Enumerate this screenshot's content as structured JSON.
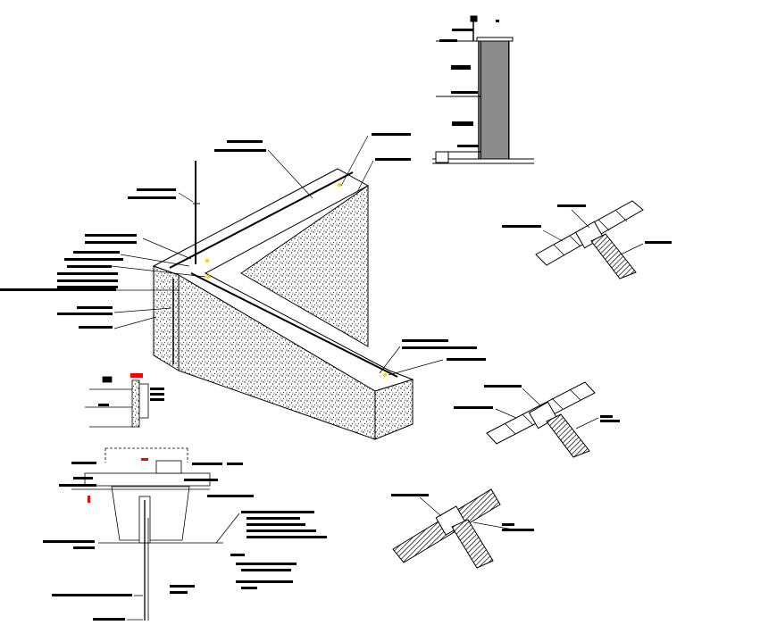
{
  "drawing": {
    "background": "#ffffff",
    "line_color": "#000000",
    "highlight_color": "#ff0000",
    "node_color": "#ffd400",
    "fill_pattern": "stipple-concrete",
    "rope_pattern": "diagonal-hatch"
  },
  "views": [
    {
      "id": "parapet-isometric",
      "kind": "isometric-view"
    },
    {
      "id": "wall-section",
      "kind": "section"
    },
    {
      "id": "pit-section",
      "kind": "section"
    },
    {
      "id": "small-detail",
      "kind": "section"
    },
    {
      "id": "tee-connector-1",
      "kind": "connector-detail"
    },
    {
      "id": "tee-connector-2",
      "kind": "connector-detail"
    },
    {
      "id": "tee-connector-3",
      "kind": "connector-detail"
    }
  ],
  "icons": {
    "air-terminal": "vertical-rod",
    "down-conductor": "vertical-line",
    "tee-joint": "cylinder-tee"
  }
}
